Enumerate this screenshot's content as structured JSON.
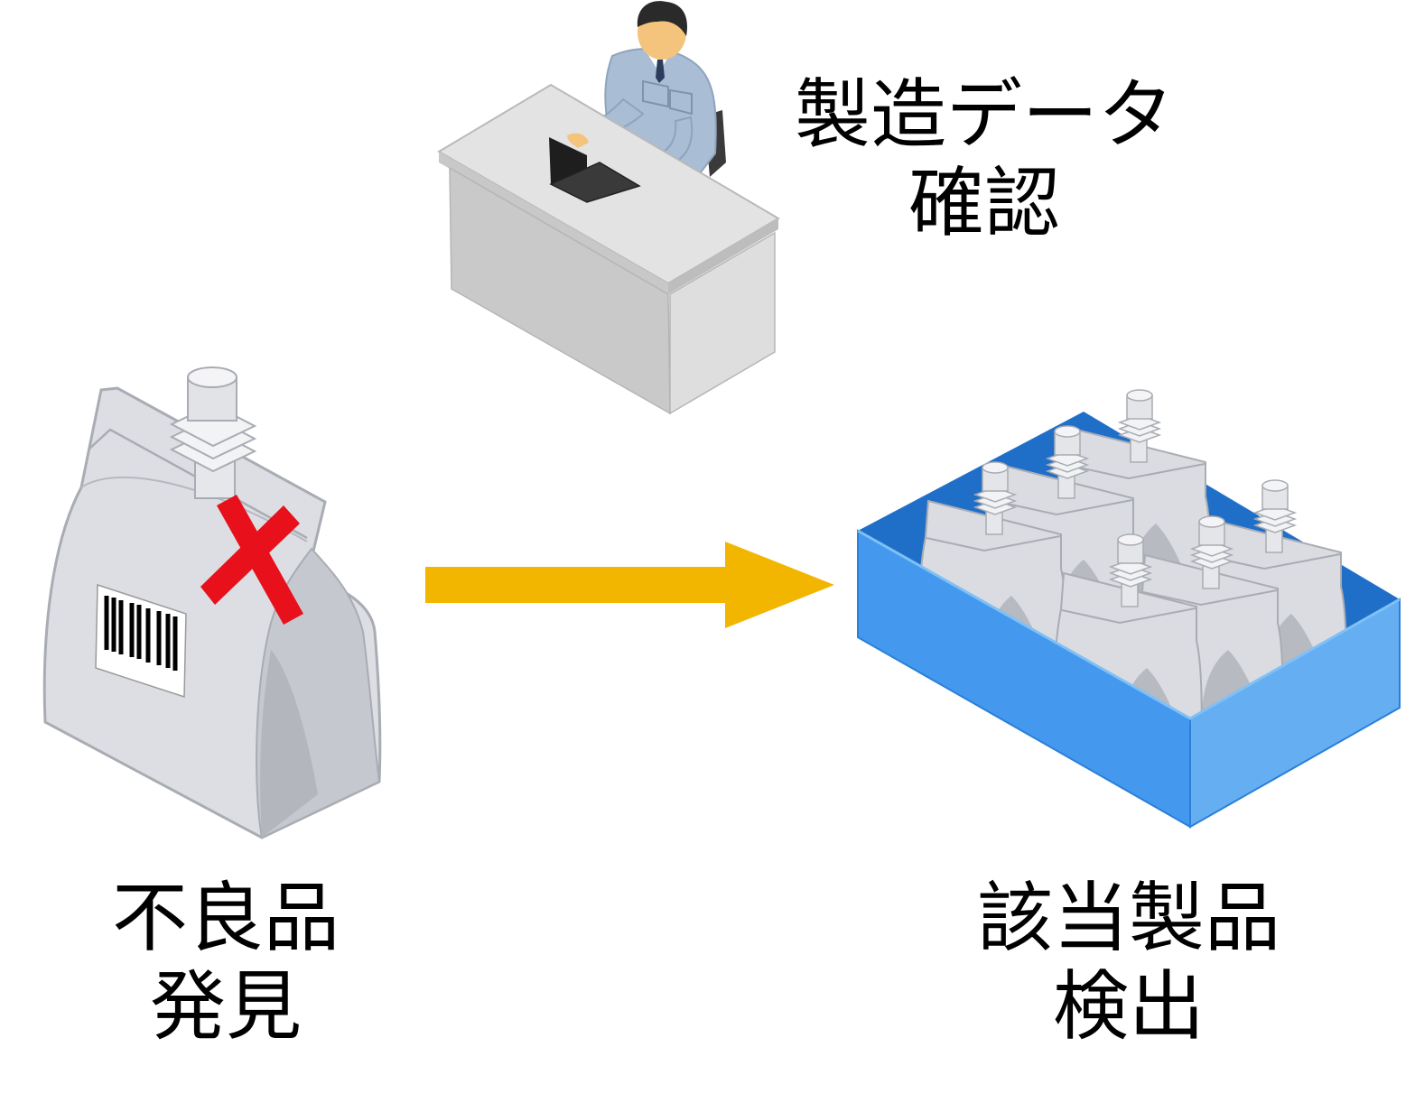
{
  "labels": {
    "data_check": {
      "line1": "製造データ",
      "line2": "確認"
    },
    "defect": {
      "line1": "不良品",
      "line2": "発見"
    },
    "related": {
      "line1": "該当製品",
      "line2": "検出"
    }
  },
  "colors": {
    "arrow": "#F2B600",
    "cross": "#E8101A",
    "box_blue": "#4499EE",
    "pouch": "#DCDEE3",
    "desk": "#D7D7D7",
    "shirt": "#A9BDD4"
  },
  "icons": [
    "worker-at-desk-icon",
    "defective-pouch-icon",
    "arrow-right-icon",
    "pouch-box-icon"
  ]
}
